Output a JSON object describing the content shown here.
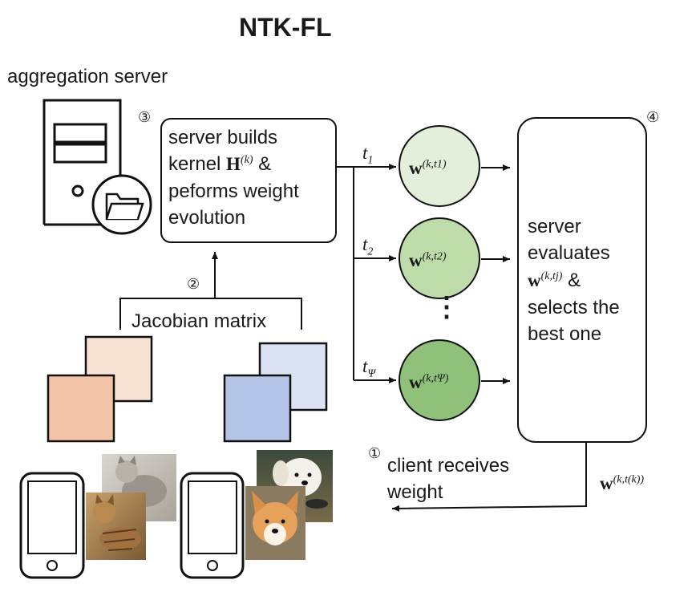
{
  "title": "NTK-FL",
  "server_label": "aggregation server",
  "steps": {
    "step1": {
      "marker": "①",
      "line1": "client receives",
      "line2": "weight"
    },
    "step2": {
      "marker": "②",
      "label": "Jacobian matrix"
    },
    "step3": {
      "marker": "③",
      "line1": "server builds",
      "line2_text": "kernel",
      "line2_sym": "H",
      "line2_sup": "(k)",
      "line2_end": "&",
      "line3": "peforms weight",
      "line4": "evolution"
    },
    "step4": {
      "marker": "④",
      "line1": "server",
      "line2": "evaluates",
      "line3_sym": "w",
      "line3_sup": "(k,tj)",
      "line3_end": "&",
      "line4": "selects the",
      "line5": "best one"
    }
  },
  "time_labels": [
    {
      "base": "t",
      "sub": "1"
    },
    {
      "base": "t",
      "sub": "2"
    },
    {
      "base": "t",
      "sub": "Ψ"
    }
  ],
  "weight_nodes": [
    {
      "sym": "w",
      "sup": "(k,t1)",
      "color": "#e3eedb"
    },
    {
      "sym": "w",
      "sup": "(k,t2)",
      "color": "#bedcaa"
    },
    {
      "sym": "w",
      "sup": "(k,tΨ)",
      "color": "#8fc17a"
    }
  ],
  "final_weight": {
    "sym": "w",
    "sup": "(k,t(k))"
  },
  "ellipsis": "⋮",
  "colors": {
    "orange_light": "#f7e2d3",
    "orange_dark": "#f2c3a6",
    "blue_light": "#dbe2f3",
    "blue_dark": "#b3c4e6",
    "stroke": "#111111"
  }
}
